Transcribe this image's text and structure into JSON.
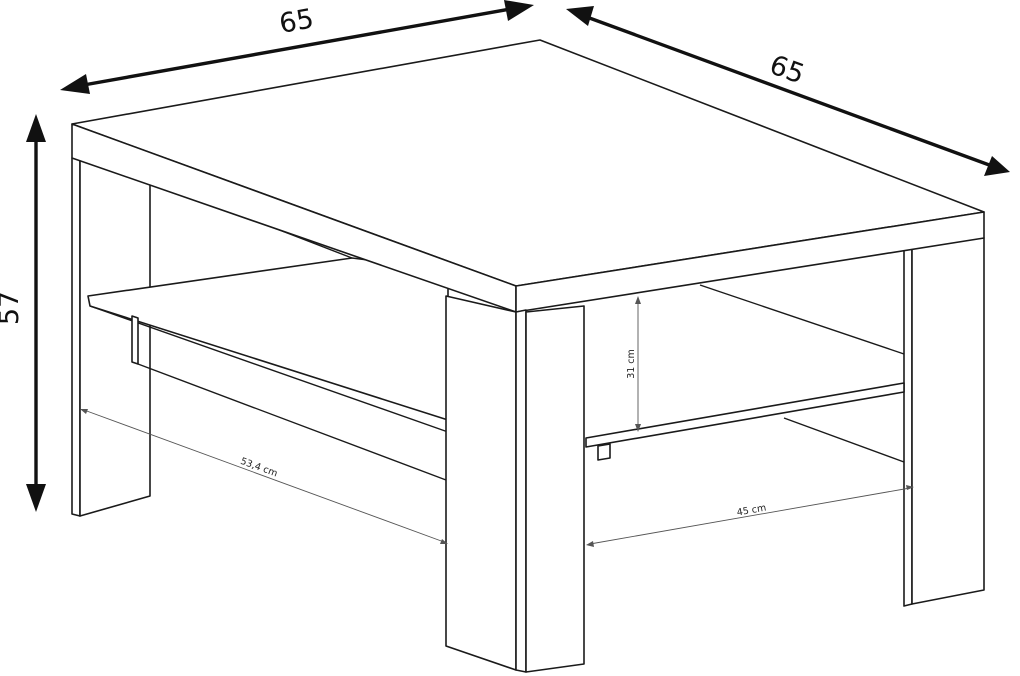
{
  "dimensions": {
    "top_width": "65",
    "top_depth": "65",
    "height": "57",
    "shelf_clearance": "31 cm",
    "inner_width_front": "53,4 cm",
    "inner_width_side": "45 cm"
  }
}
